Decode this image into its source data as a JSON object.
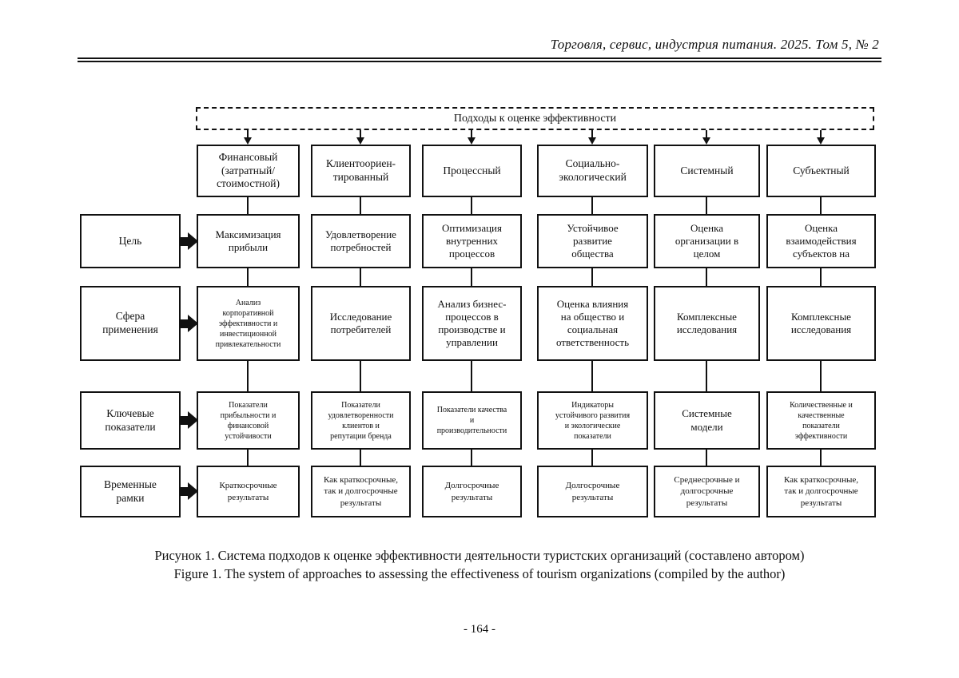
{
  "page": {
    "journal_header": "Торговля, сервис, индустрия питания. 2025. Том 5, № 2",
    "caption_ru": "Рисунок 1. Система подходов к оценке эффективности деятельности туристских организаций (составлено автором)",
    "caption_en": "Figure 1. The system of approaches to assessing the effectiveness of tourism organizations (compiled by the author)",
    "page_number": "- 164 -"
  },
  "diagram": {
    "root": "Подходы к оценке эффективности",
    "row_labels": [
      "Цель",
      "Сфера\nприменения",
      "Ключевые\nпоказатели",
      "Временные\nрамки"
    ],
    "columns": [
      {
        "header": "Финансовый\n(затратный/\nстоимостной)",
        "goal": "Максимизация\nприбыли",
        "scope": "Анализ\nкорпоративной\nэффективности и\nинвестиционной\nпривлекательности",
        "indicators": "Показатели\nприбыльности и\nфинансовой\nустойчивости",
        "timeframe": "Краткосрочные\nрезультаты"
      },
      {
        "header": "Клиентоориен-\nтированный",
        "goal": "Удовлетворение\nпотребностей",
        "scope": "Исследование\nпотребителей",
        "indicators": "Показатели\nудовлетворенности\nклиентов и\nрепутации бренда",
        "timeframe": "Как краткосрочные,\nтак и долгосрочные\nрезультаты"
      },
      {
        "header": "Процессный",
        "goal": "Оптимизация\nвнутренних\nпроцессов",
        "scope": "Анализ бизнес-\nпроцессов в\nпроизводстве и\nуправлении",
        "indicators": "Показатели качества\nи\nпроизводительности",
        "timeframe": "Долгосрочные\nрезультаты"
      },
      {
        "header": "Социально-\nэкологический",
        "goal": "Устойчивое\nразвитие\nобщества",
        "scope": "Оценка влияния\nна общество и\nсоциальная\nответственность",
        "indicators": "Индикаторы\nустойчивого развития\nи экологические\nпоказатели",
        "timeframe": "Долгосрочные\nрезультаты"
      },
      {
        "header": "Системный",
        "goal": "Оценка\nорганизации в\nцелом",
        "scope": "Комплексные\nисследования",
        "indicators": "Системные\nмодели",
        "timeframe": "Среднесрочные и\nдолгосрочные\nрезультаты"
      },
      {
        "header": "Субъектный",
        "goal": "Оценка\nвзаимодействия\nсубъектов на",
        "scope": "Комплексные\nисследования",
        "indicators": "Количественные и\nкачественные\nпоказатели\nэффективности",
        "timeframe": "Как краткосрочные,\nтак и долгосрочные\nрезультаты"
      }
    ]
  }
}
